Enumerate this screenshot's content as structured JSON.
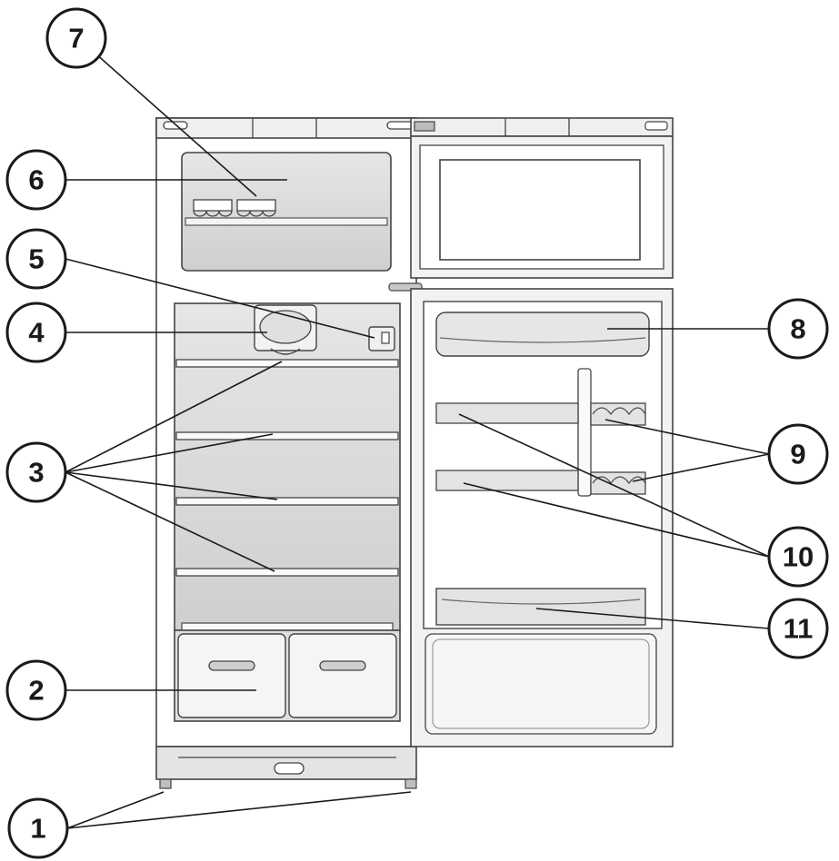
{
  "callouts": [
    {
      "id": "c1",
      "label": "1"
    },
    {
      "id": "c2",
      "label": "2"
    },
    {
      "id": "c3",
      "label": "3"
    },
    {
      "id": "c4",
      "label": "4"
    },
    {
      "id": "c5",
      "label": "5"
    },
    {
      "id": "c6",
      "label": "6"
    },
    {
      "id": "c7",
      "label": "7"
    },
    {
      "id": "c8",
      "label": "8"
    },
    {
      "id": "c9",
      "label": "9"
    },
    {
      "id": "c10",
      "label": "10"
    },
    {
      "id": "c11",
      "label": "11"
    }
  ],
  "colors": {
    "line": "#1a1a1a",
    "panel": "#d9d9d9",
    "panel_light": "#ececec",
    "panel_dark": "#bdbdbd"
  }
}
